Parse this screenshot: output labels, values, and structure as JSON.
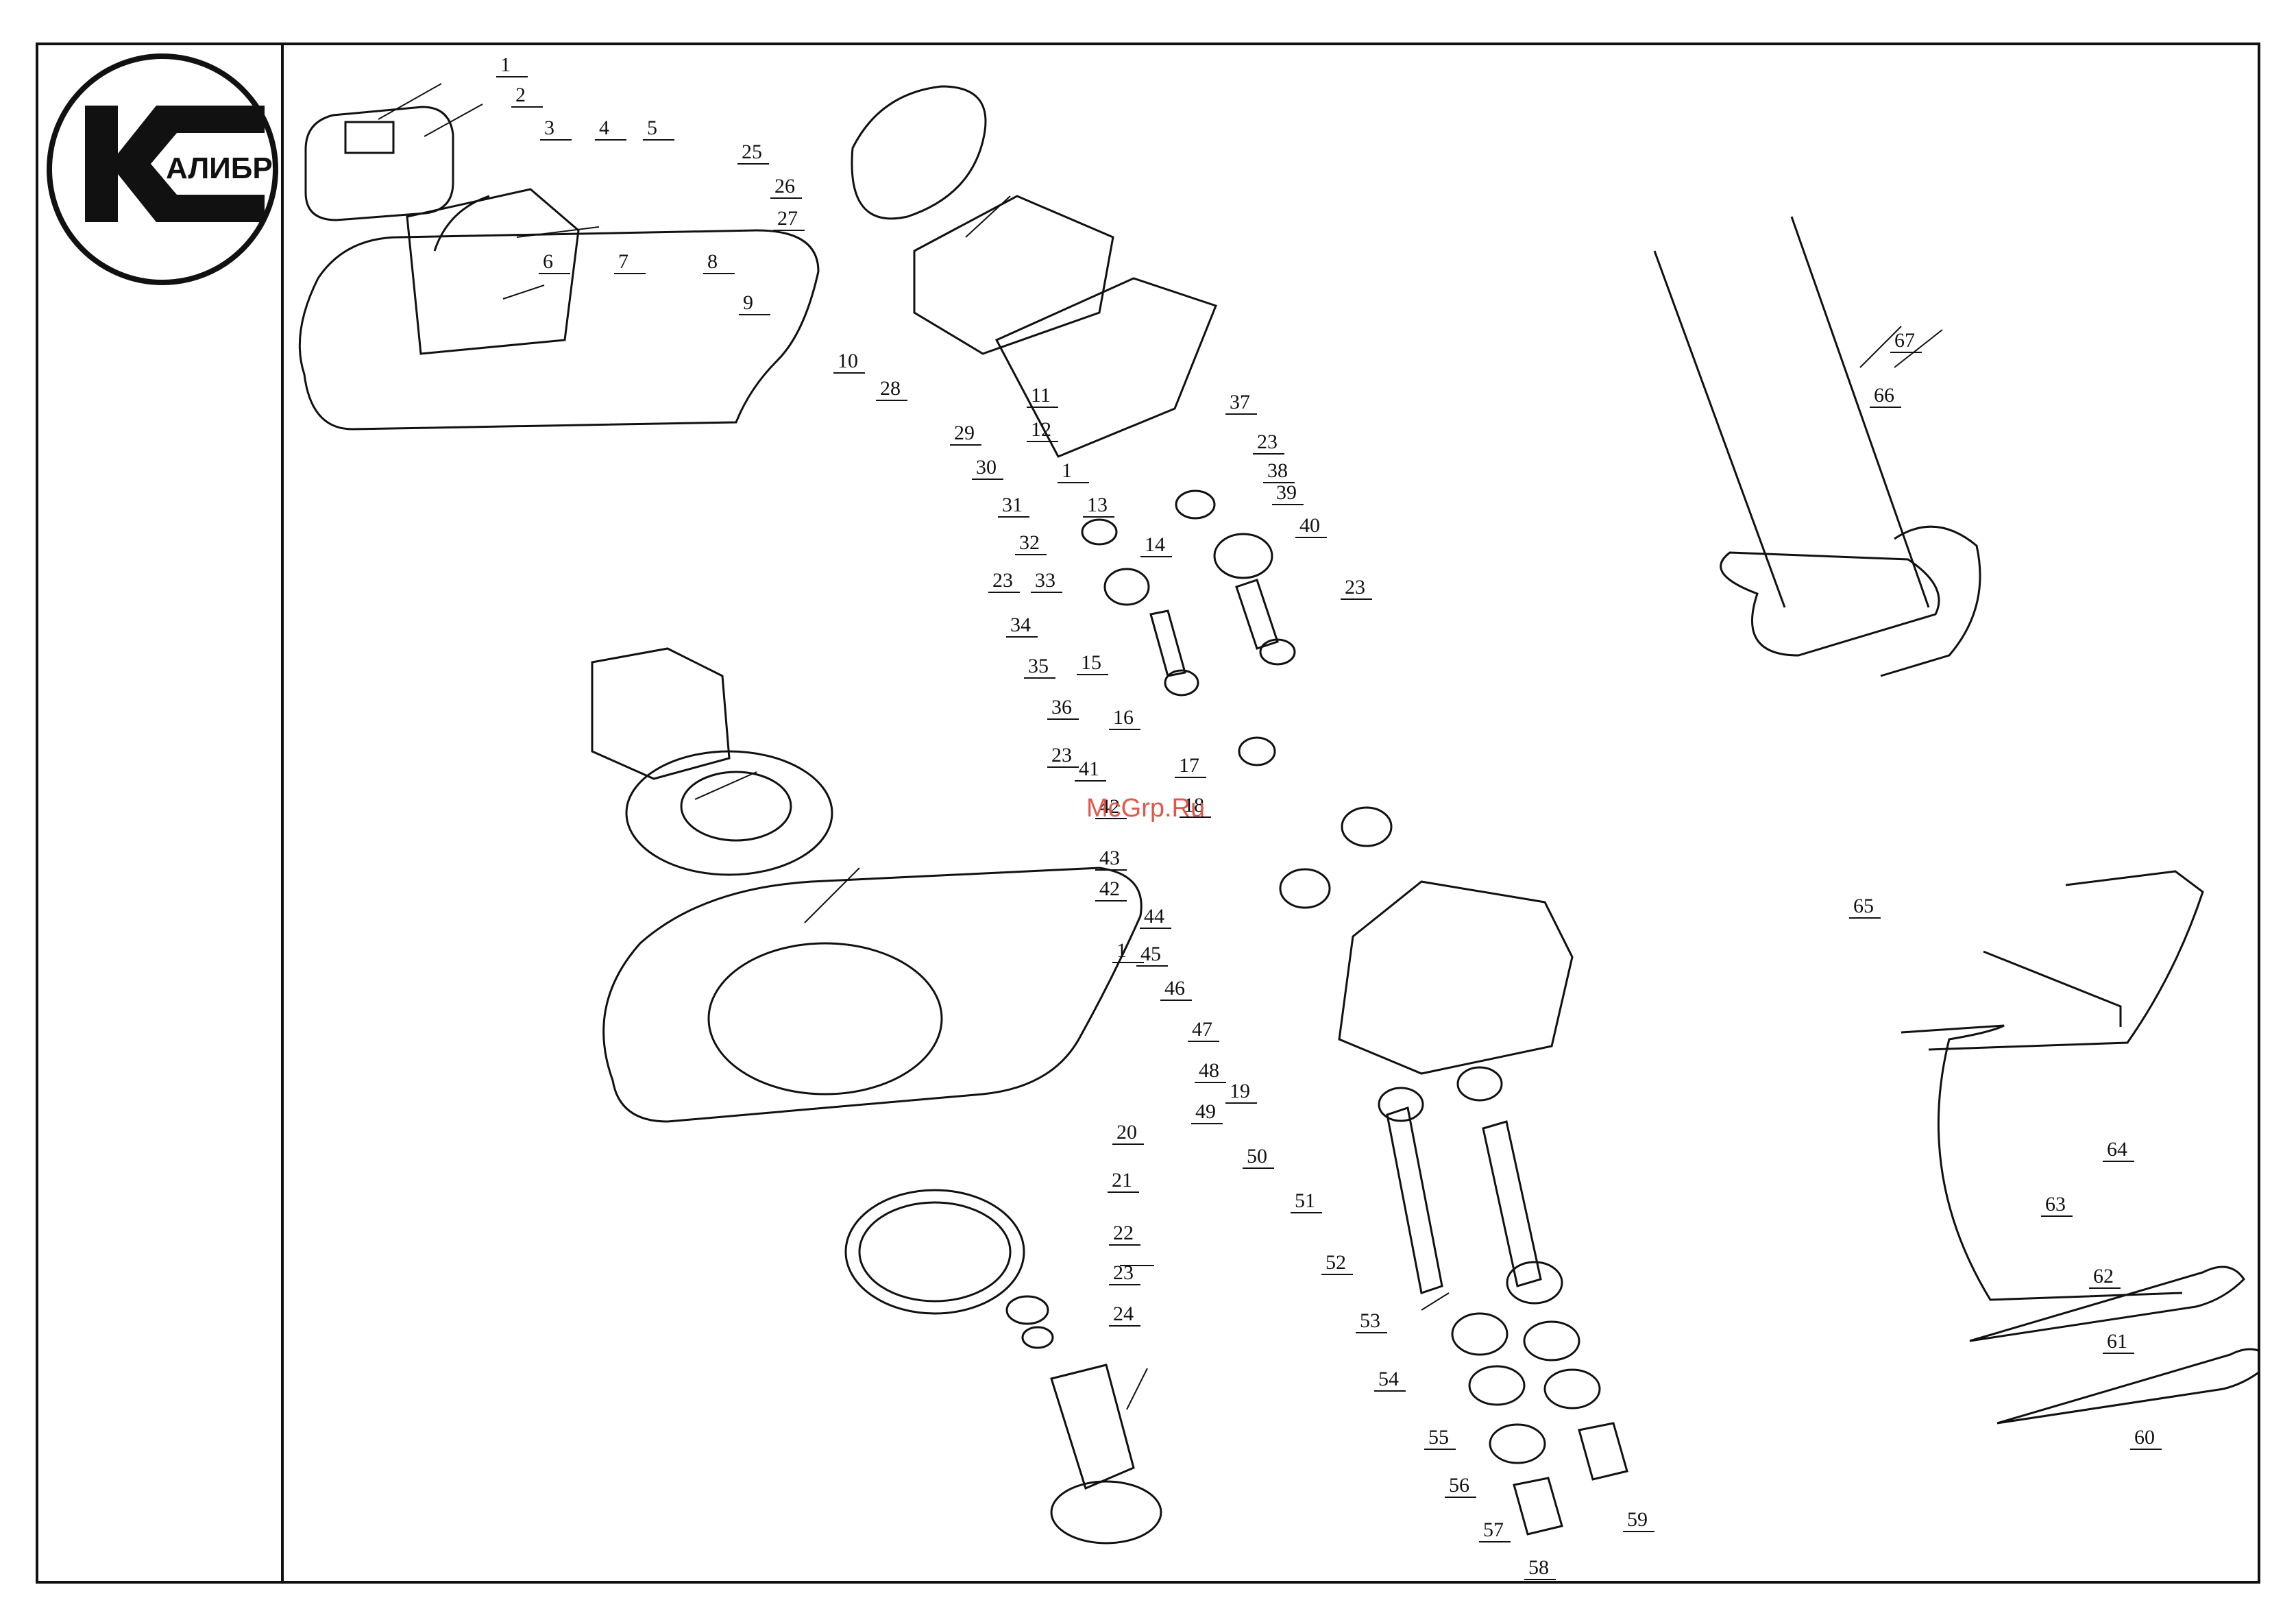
{
  "brand": {
    "logo_text": "АЛИБР",
    "logo_letter": "К"
  },
  "watermark": "McGrp.Ru",
  "colors": {
    "line": "#111111",
    "watermark": "#e0584c"
  },
  "part_labels": [
    "1",
    "2",
    "3",
    "4",
    "5",
    "6",
    "7",
    "8",
    "9",
    "10",
    "11",
    "12",
    "1",
    "13",
    "14",
    "15",
    "16",
    "17",
    "18",
    "1",
    "19",
    "20",
    "21",
    "22",
    "23",
    "24",
    "25",
    "26",
    "27",
    "28",
    "29",
    "30",
    "31",
    "32",
    "33",
    "37",
    "23",
    "38",
    "39",
    "40",
    "23",
    "23",
    "34",
    "35",
    "36",
    "23",
    "41",
    "42",
    "43",
    "44",
    "42",
    "45",
    "46",
    "47",
    "48",
    "49",
    "50",
    "51",
    "52",
    "53",
    "54",
    "55",
    "56",
    "57",
    "58",
    "59",
    "60",
    "61",
    "62",
    "63",
    "64",
    "65",
    "66",
    "67"
  ]
}
